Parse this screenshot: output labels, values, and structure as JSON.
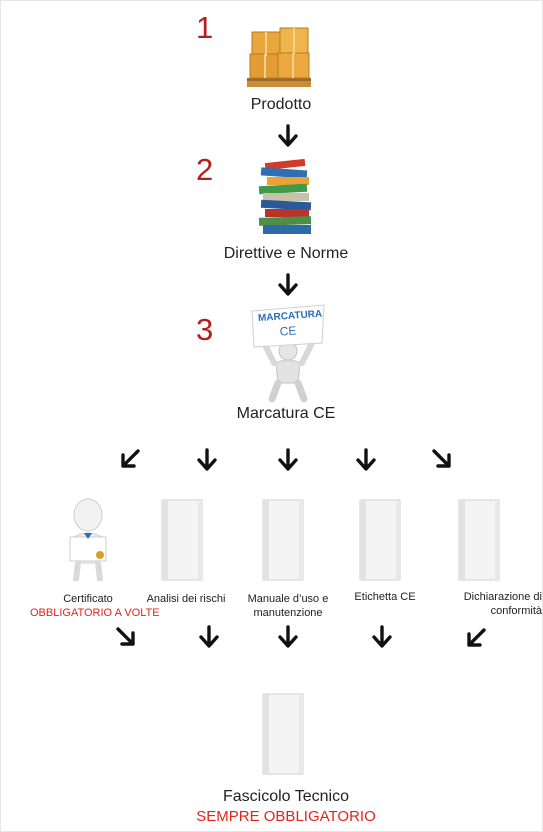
{
  "steps": [
    {
      "number": "1",
      "label": "Prodotto"
    },
    {
      "number": "2",
      "label": "Direttive e Norme"
    },
    {
      "number": "3",
      "label": "Marcatura CE"
    }
  ],
  "sign": {
    "line1": "MARCATURA",
    "line2": "CE"
  },
  "documents": [
    {
      "label": "Certificato",
      "note": "OBBLIGATORIO A VOLTE"
    },
    {
      "label": "Analisi dei rischi"
    },
    {
      "label_line1": "Manuale d’uso e",
      "label_line2": "manutenzione"
    },
    {
      "label": "Etichetta CE"
    },
    {
      "label_line1": "Dichiarazione di",
      "label_line2": "conformità"
    }
  ],
  "final": {
    "label": "Fascicolo Tecnico",
    "note": "SEMPRE OBBLIGATORIO"
  },
  "colors": {
    "step_number": "#b41e1e",
    "note": "#e4241c",
    "arrow": "#111111",
    "box": "#e8a63c"
  },
  "icons": [
    "boxes-pallet-icon",
    "books-stack-icon",
    "figure-sign-icon",
    "certificate-figure-icon",
    "binder-icon",
    "arrow-down-icon",
    "arrow-diagonal-icon"
  ]
}
